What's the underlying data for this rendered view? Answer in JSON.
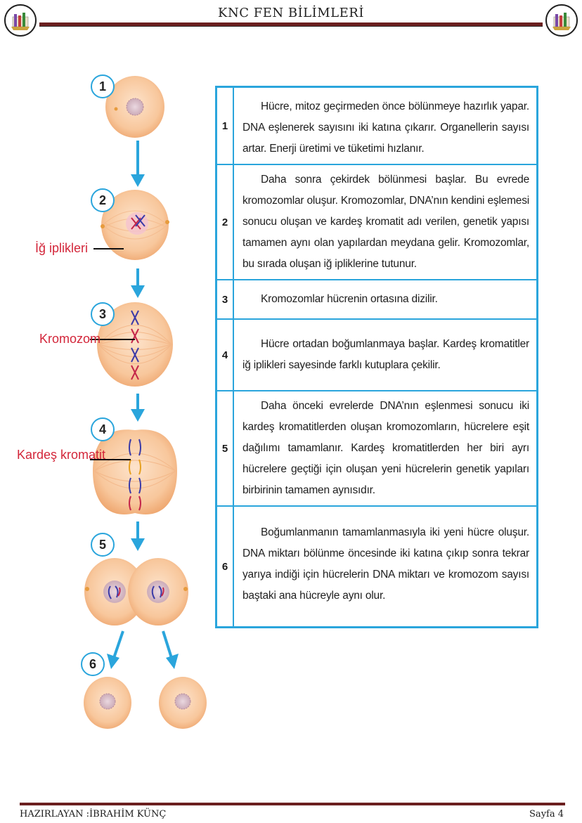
{
  "header": {
    "title": "KNC FEN BİLİMLERİ"
  },
  "figure": {
    "step_numbers": [
      "1",
      "2",
      "3",
      "4",
      "5",
      "6"
    ],
    "labels": {
      "spindle": "İğ iplikleri",
      "chromosome": "Kromozom",
      "sister_chromatid": "Kardeş kromatit"
    }
  },
  "table": {
    "rows": [
      {
        "num": "1",
        "text": "Hücre, mitoz geçirmeden önce bölünmeye hazırlık yapar. DNA eşlenerek sayısını iki katına çıkarır. Organellerin sayısı artar. Enerji üretimi ve tüketimi hızlanır."
      },
      {
        "num": "2",
        "text": "Daha sonra çekirdek bölünmesi başlar. Bu evrede kromozomlar oluşur. Kromozomlar, DNA’nın kendini eşlemesi sonucu oluşan ve kardeş kromatit adı verilen, genetik yapısı tamamen aynı olan yapılardan meydana gelir. Kromozomlar, bu sırada oluşan iğ ipliklerine tutunur."
      },
      {
        "num": "3",
        "text": "Kromozomlar hücrenin ortasına dizilir."
      },
      {
        "num": "4",
        "text": "Hücre ortadan boğumlanmaya başlar. Kardeş kromatitler iğ iplikleri sayesinde farklı kutuplara çekilir."
      },
      {
        "num": "5",
        "text": "Daha önceki evrelerde DNA’nın eşlenmesi sonucu iki kardeş kromatitlerden oluşan kromozomların, hücrelere eşit dağılımı tamamlanır. Kardeş kromatitlerden her biri ayrı hücrelere geçtiği için oluşan yeni hücrelerin genetik yapıları birbirinin tamamen aynısıdır."
      },
      {
        "num": "6",
        "text": "Boğumlanmanın tamamlanmasıyla iki yeni hücre oluşur. DNA miktarı bölünme öncesinde iki katına çıkıp sonra tekrar yarıya indiği için hücrelerin DNA miktarı ve kromozom sayısı baştaki ana hücreyle aynı olur."
      }
    ]
  },
  "footer": {
    "author": "HAZIRLAYAN :İBRAHİM KÜNÇ",
    "page": "Sayfa 4"
  },
  "colors": {
    "accent_blue": "#2aa5dc",
    "label_red": "#d3263a",
    "rule_dark_red": "#6b1f1f",
    "cell_fill": "#f9c9a0"
  }
}
